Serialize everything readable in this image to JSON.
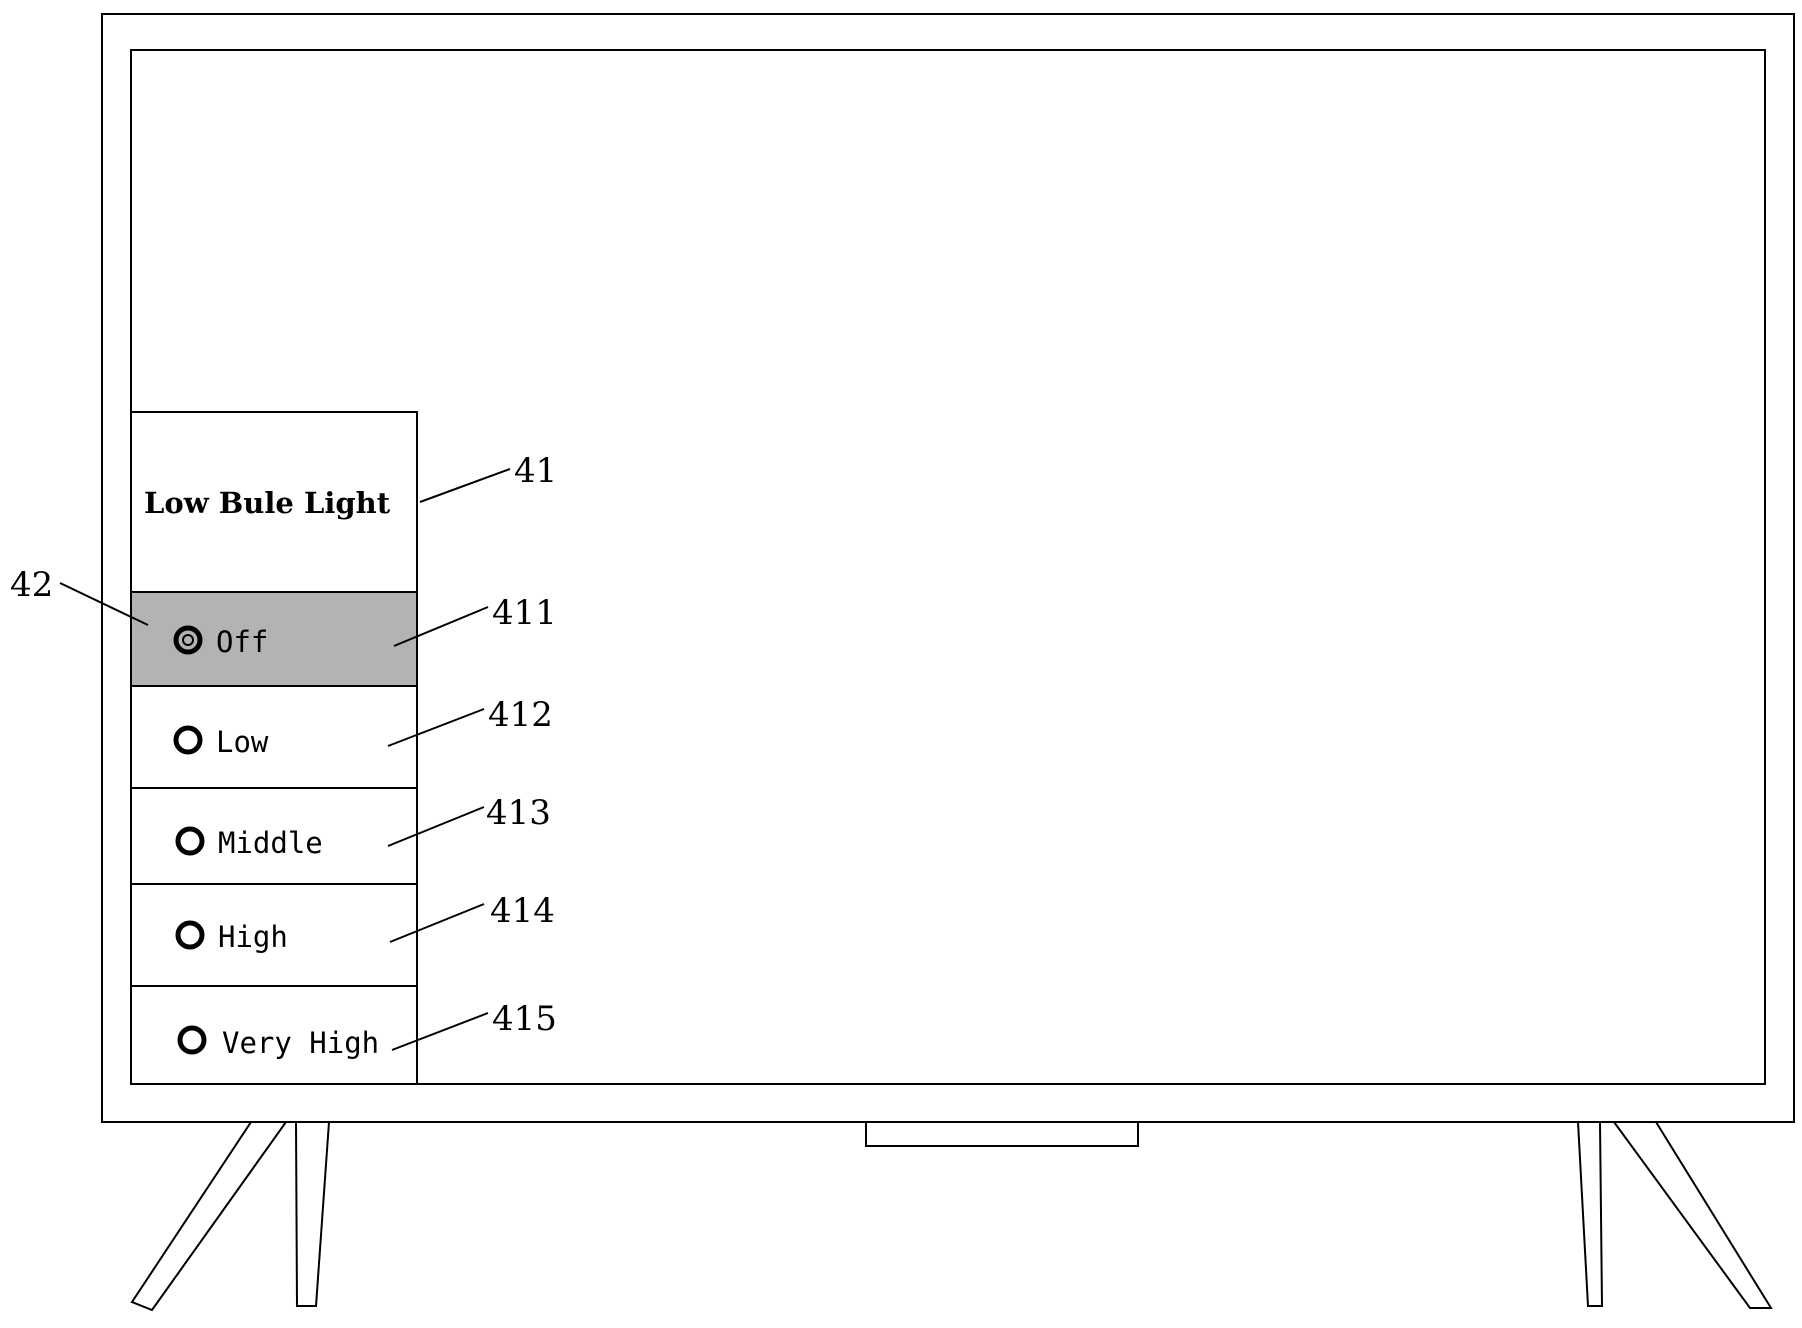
{
  "menu": {
    "title": "Low Bule Light",
    "selected_option_index": 0,
    "options": [
      {
        "label": "Off",
        "ref": "411"
      },
      {
        "label": "Low",
        "ref": "412"
      },
      {
        "label": "Middle",
        "ref": "413"
      },
      {
        "label": "High",
        "ref": "414"
      },
      {
        "label": "Very High",
        "ref": "415"
      }
    ]
  },
  "refs": {
    "menu_panel": "41",
    "selection_highlight": "42"
  },
  "colors": {
    "line": "#000000",
    "background": "#ffffff",
    "selected_fill": "#b3b3b3"
  },
  "icons": {
    "option_marker": "radio-ring-icon"
  }
}
